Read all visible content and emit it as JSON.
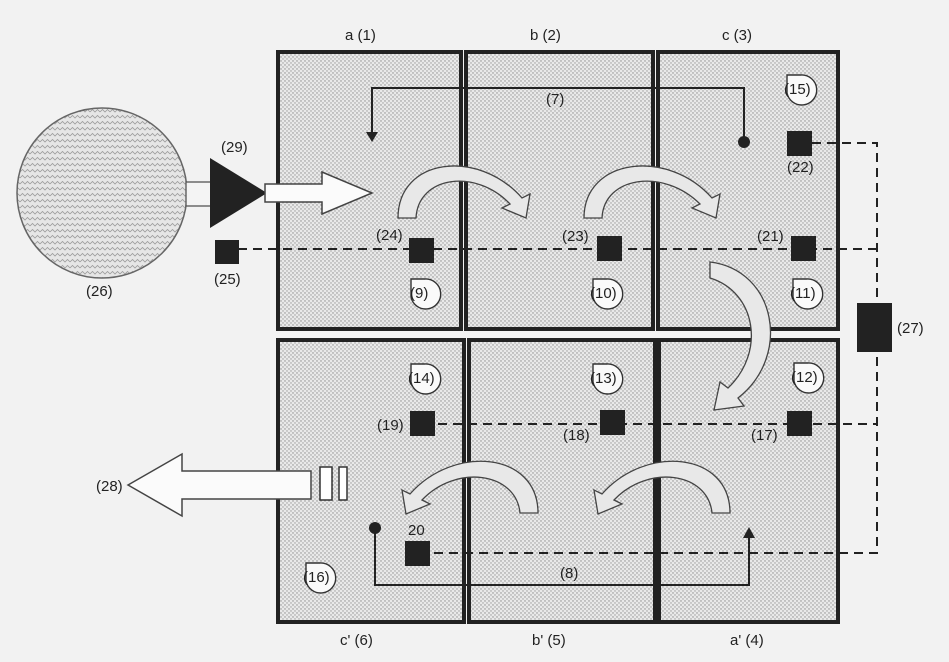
{
  "rooms": {
    "a": "a (1)",
    "b": "b (2)",
    "c": "c (3)",
    "a_prime": "a' (4)",
    "b_prime": "b' (5)",
    "c_prime": "c' (6)"
  },
  "ducts": {
    "upper": "(7)",
    "lower": "(8)"
  },
  "fans": {
    "f9": "(9)",
    "f10": "(10)",
    "f11": "(11)",
    "f12": "(12)",
    "f13": "(13)",
    "f14": "(14)",
    "f15": "(15)",
    "f16": "(16)"
  },
  "sensors": {
    "s17": "(17)",
    "s18": "(18)",
    "s19": "(19)",
    "s20": "20",
    "s21": "(21)",
    "s22": "(22)",
    "s23": "(23)",
    "s24": "(24)",
    "s25": "(25)"
  },
  "source": "(26)",
  "controller": "(27)",
  "exhaust": "(28)",
  "blower": "(29)"
}
